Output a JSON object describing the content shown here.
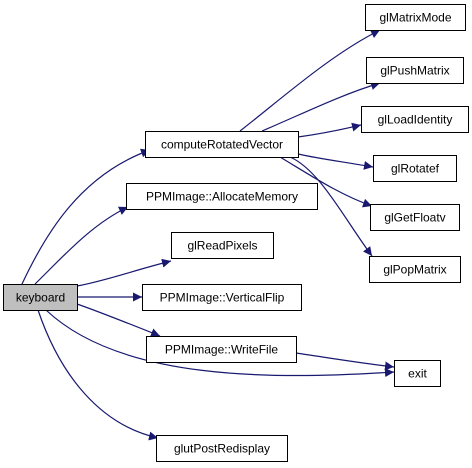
{
  "colors": {
    "edge": "#191970",
    "node_fill": "#ffffff",
    "node_border": "#000000",
    "root_fill": "#bfbfbf"
  },
  "nodes": [
    {
      "id": "keyboard",
      "label": "keyboard",
      "root": true
    },
    {
      "id": "computeRotatedVector",
      "label": "computeRotatedVector"
    },
    {
      "id": "allocateMemory",
      "label": "PPMImage::AllocateMemory"
    },
    {
      "id": "glReadPixels",
      "label": "glReadPixels"
    },
    {
      "id": "verticalFlip",
      "label": "PPMImage::VerticalFlip"
    },
    {
      "id": "writeFile",
      "label": "PPMImage::WriteFile"
    },
    {
      "id": "glutPostRedisplay",
      "label": "glutPostRedisplay"
    },
    {
      "id": "glMatrixMode",
      "label": "glMatrixMode"
    },
    {
      "id": "glPushMatrix",
      "label": "glPushMatrix"
    },
    {
      "id": "glLoadIdentity",
      "label": "glLoadIdentity"
    },
    {
      "id": "glRotatef",
      "label": "glRotatef"
    },
    {
      "id": "glGetFloatv",
      "label": "glGetFloatv"
    },
    {
      "id": "glPopMatrix",
      "label": "glPopMatrix"
    },
    {
      "id": "exit",
      "label": "exit"
    }
  ],
  "edges": [
    {
      "from": "keyboard",
      "to": "computeRotatedVector"
    },
    {
      "from": "keyboard",
      "to": "allocateMemory"
    },
    {
      "from": "keyboard",
      "to": "glReadPixels"
    },
    {
      "from": "keyboard",
      "to": "verticalFlip"
    },
    {
      "from": "keyboard",
      "to": "writeFile"
    },
    {
      "from": "keyboard",
      "to": "exit"
    },
    {
      "from": "keyboard",
      "to": "glutPostRedisplay"
    },
    {
      "from": "computeRotatedVector",
      "to": "glMatrixMode"
    },
    {
      "from": "computeRotatedVector",
      "to": "glPushMatrix"
    },
    {
      "from": "computeRotatedVector",
      "to": "glLoadIdentity"
    },
    {
      "from": "computeRotatedVector",
      "to": "glRotatef"
    },
    {
      "from": "computeRotatedVector",
      "to": "glGetFloatv"
    },
    {
      "from": "computeRotatedVector",
      "to": "glPopMatrix"
    },
    {
      "from": "writeFile",
      "to": "exit"
    }
  ]
}
